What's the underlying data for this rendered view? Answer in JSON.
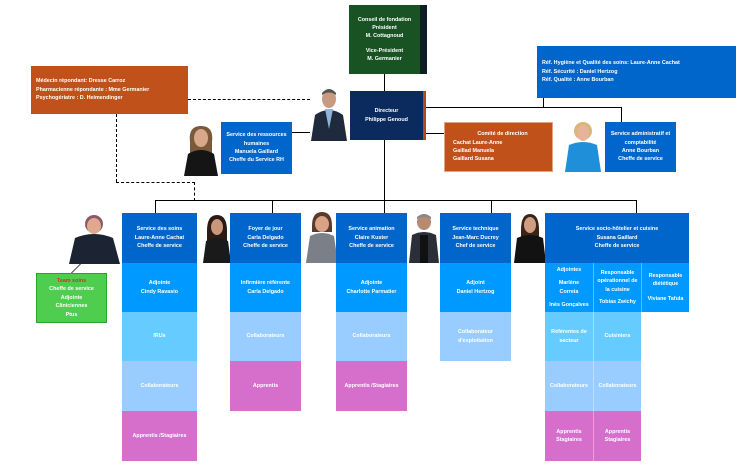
{
  "colors": {
    "service_header": "#0066cc",
    "adjoint": "#0099ff",
    "level_light": "#66ccff",
    "collaborateurs": "#99ccff",
    "apprentis": "#d56fcb",
    "orange": "#c0511a",
    "board_green": "#1a5323",
    "director_navy": "#0b2a5e",
    "team_green": "#4fcd4f"
  },
  "board": {
    "title": "Conseil de fondation",
    "president_label": "Président",
    "president": "M. Cottagnoud",
    "vice_label": "Vice-Président",
    "vice": "M. Germanier"
  },
  "director": {
    "title": "Directeur",
    "name": "Philippe Genoud"
  },
  "referents_box": {
    "lines": [
      "Réf. Hygiène et Qualité des soins: Laure-Anne Cachat",
      "Réf. Sécurité : Daniel Hertzog",
      "Réf. Qualité : Anne Bourban"
    ]
  },
  "medical_box": {
    "lines": [
      "Médecin répondant: Dresse Carroz",
      "Pharmacienne répondante : Mme Germanier",
      "Psychogériatre : D. Heimendinger"
    ]
  },
  "hr_box": {
    "lines": [
      "Service des ressources humaines",
      "Manuela Gaillard",
      "Cheffe du Service RH"
    ]
  },
  "committee": {
    "title": "Comité de direction",
    "members": [
      "Cachat Laure-Anne",
      "Gaillad Manuela",
      "Gaillard Susana"
    ]
  },
  "admin_box": {
    "lines": [
      "Service administratif et comptabilité",
      "Anne Bourban",
      "Cheffe de service"
    ]
  },
  "team_soins": {
    "title": "Team soins",
    "lines": [
      "Cheffe de service",
      "Adjointe",
      "Cliniciennes",
      "Ptus"
    ]
  },
  "services": [
    {
      "header": [
        "Service des soins",
        "Laure-Anne Cachat",
        "Cheffe de service"
      ],
      "adjoint": [
        "Adjointe",
        "Cindy Ravasio"
      ],
      "levels": [
        "IRUs",
        "Collaborateurs",
        "Apprentis /Stagiaires"
      ]
    },
    {
      "header": [
        "Foyer de jour",
        "Carla Delgado",
        "Cheffe de service"
      ],
      "adjoint": [
        "Infirmière référente",
        "Carla Delgado"
      ],
      "levels": [
        "Collaborateurs",
        "Apprentis"
      ]
    },
    {
      "header": [
        "Service animation",
        "Claire Kuster",
        "Cheffe de service"
      ],
      "adjoint": [
        "Adjointe",
        "Charlotte Parmatier"
      ],
      "levels": [
        "Collaborateurs",
        "Apprentis /Stagiaires"
      ]
    },
    {
      "header": [
        "Service technique",
        "Jean-Marc Ducrey",
        "Chef de service"
      ],
      "adjoint": [
        "Adjoint",
        "Daniel Hertzog"
      ],
      "levels": [
        "Collaborateur d'exploitation"
      ]
    },
    {
      "header": [
        "Service socio-hôtelier et cuisine",
        "Susana Gaillard",
        "Cheffe de service"
      ],
      "sub_columns": [
        {
          "title": "Adjointes",
          "names": [
            "Marlène Correia",
            "Inès Gonçalves"
          ]
        },
        {
          "title": "Responsable opérationnel de la cuisine",
          "names": [
            "Tobias Zwichy"
          ]
        },
        {
          "title": "Responsable diététique",
          "names": [
            "Viviane Tafula"
          ]
        }
      ],
      "levels_left": [
        "Référentes de secteur",
        "Collaborateurs",
        "Apprentis Stagiaires"
      ],
      "levels_right": [
        "Cuisiniers",
        "Collaborateurs",
        "Apprentis Stagiaires"
      ]
    }
  ]
}
